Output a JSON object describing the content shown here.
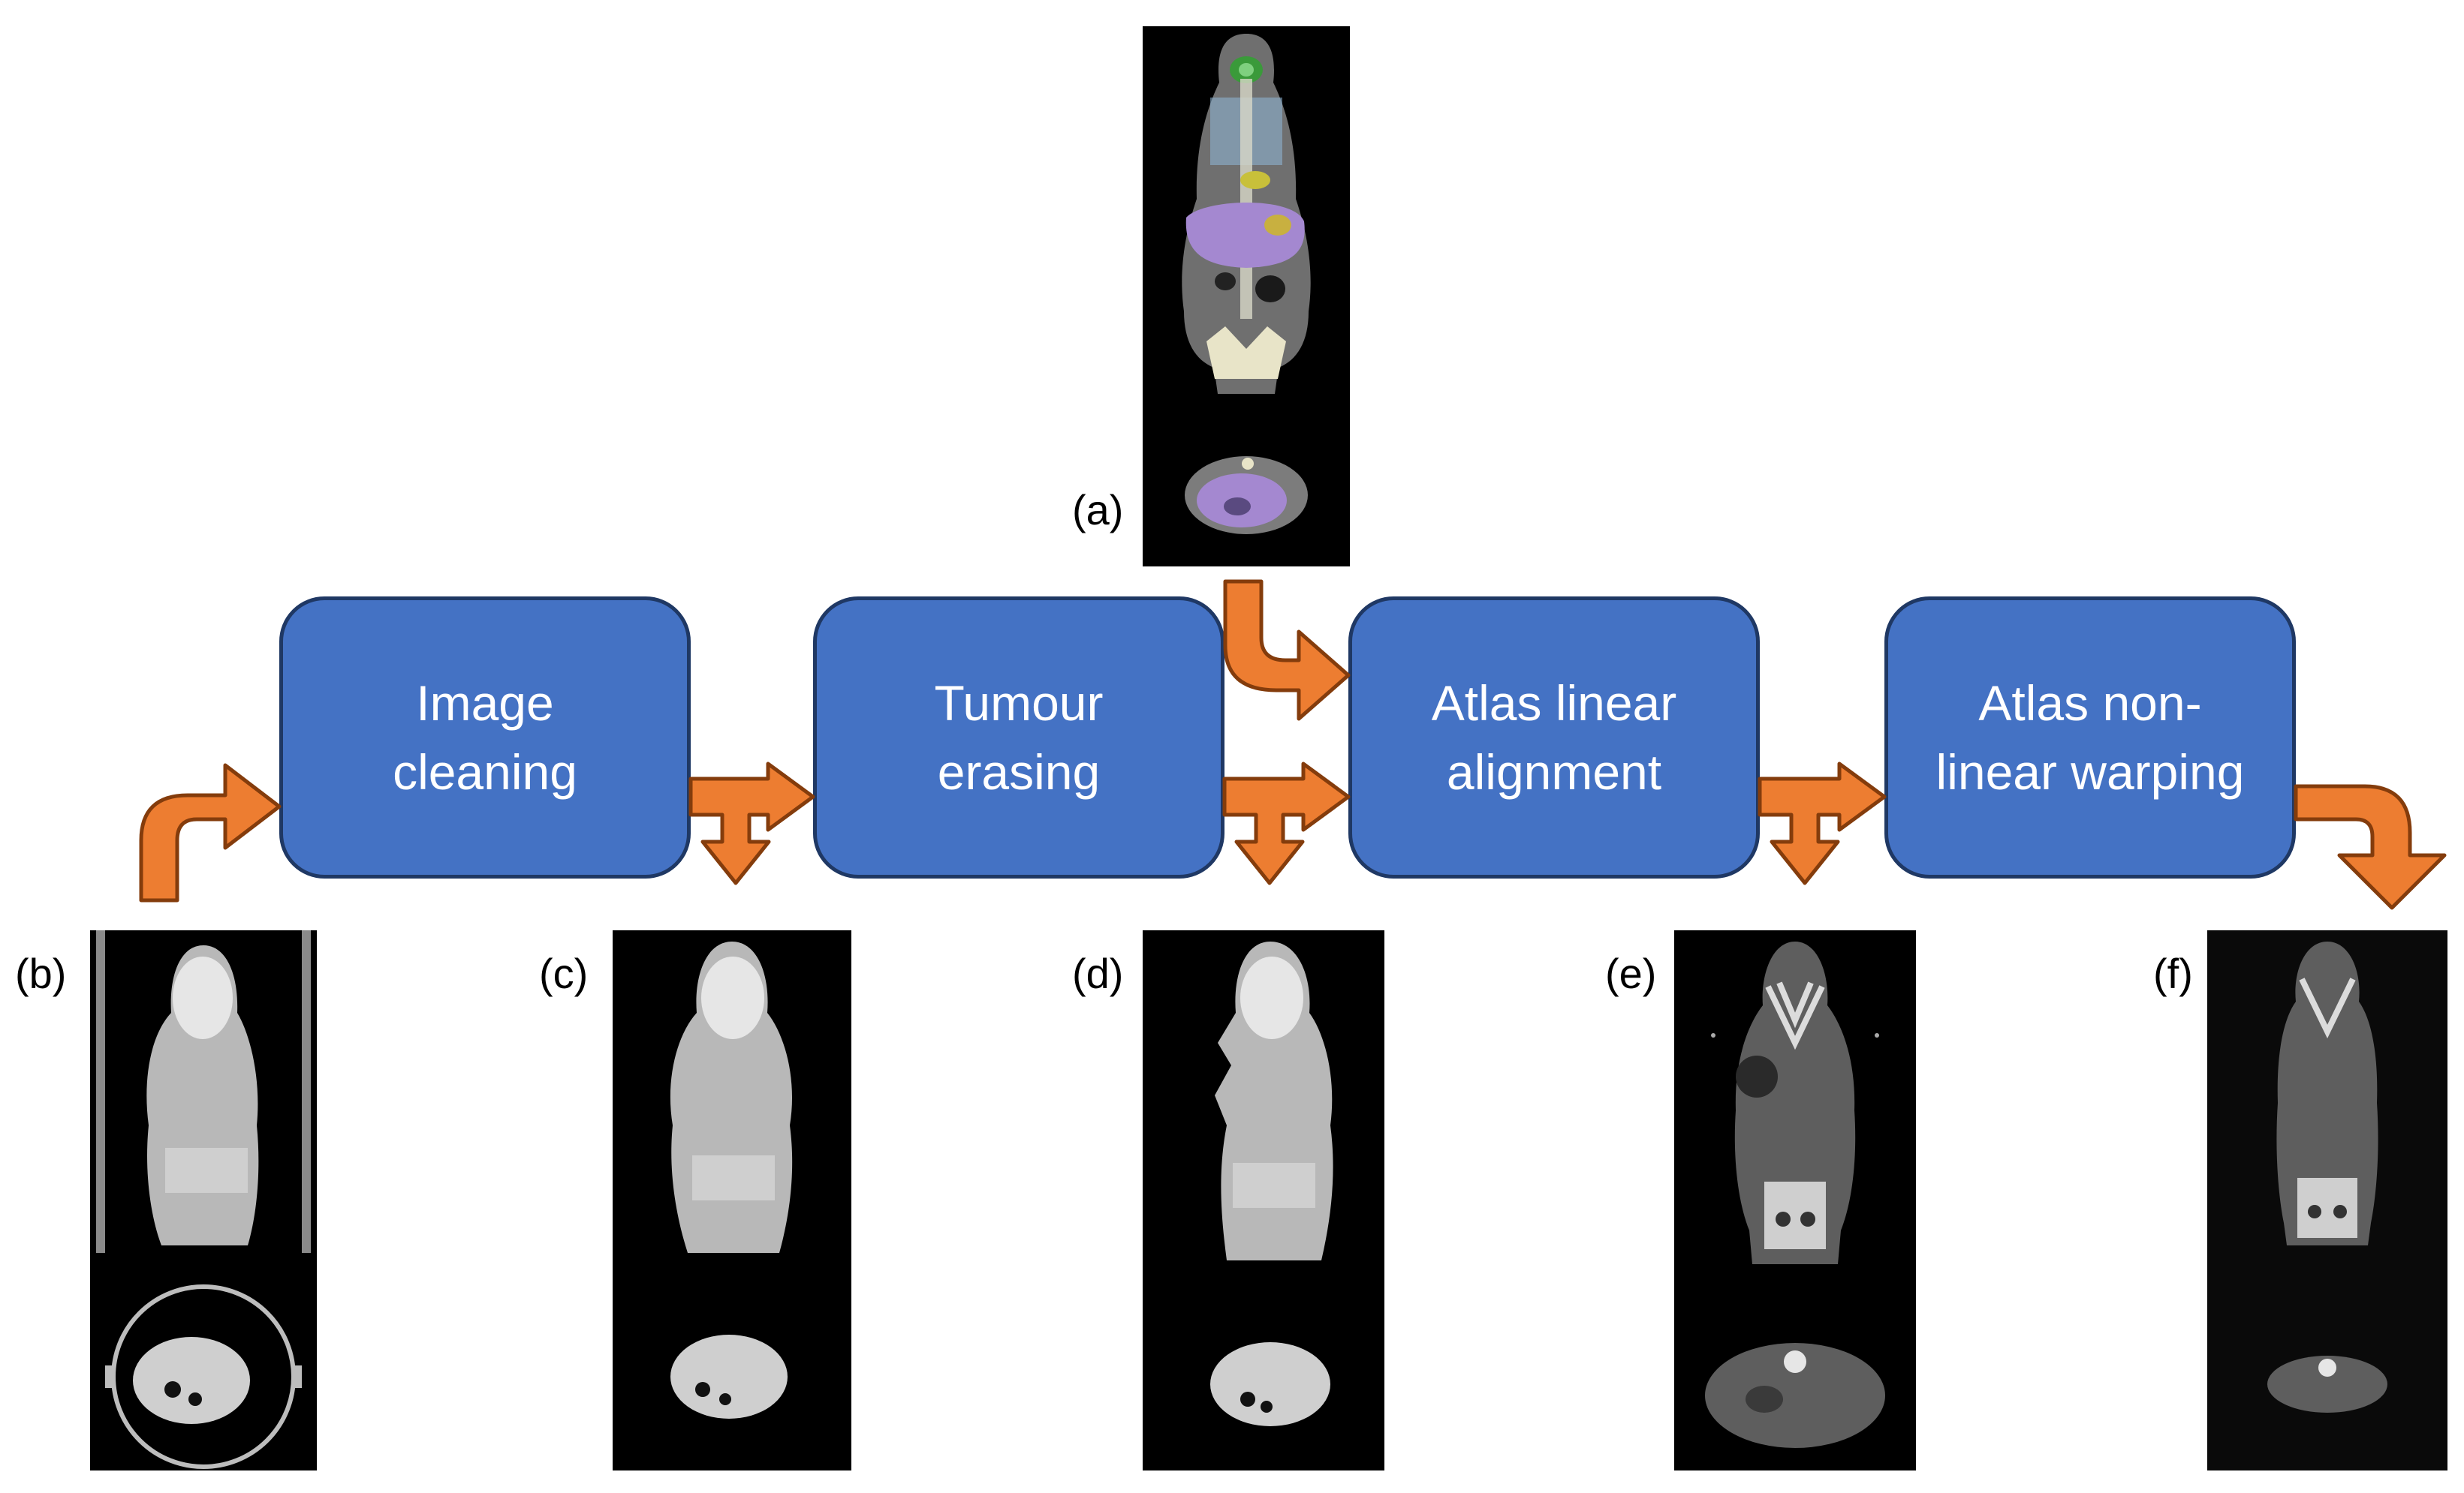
{
  "colors": {
    "box_fill": "#4472C4",
    "box_border": "#1F3864",
    "arrow_fill": "#ED7D31",
    "arrow_border": "#843C0C",
    "image_background": "#000000"
  },
  "steps": [
    {
      "label": "Image\ncleaning"
    },
    {
      "label": "Tumour\nerasing"
    },
    {
      "label": "Atlas linear\nalignment"
    },
    {
      "label": "Atlas non-\nlinear warping"
    }
  ],
  "panels": [
    {
      "label": "(a)",
      "image": "atlas-ct-with-organ-overlay"
    },
    {
      "label": "(b)",
      "image": "raw-mouse-ct"
    },
    {
      "label": "(c)",
      "image": "cleaned-mouse-ct"
    },
    {
      "label": "(d)",
      "image": "tumour-erased-mouse-ct"
    },
    {
      "label": "(e)",
      "image": "linearly-aligned-mouse-ct"
    },
    {
      "label": "(f)",
      "image": "warped-mouse-ct"
    }
  ]
}
